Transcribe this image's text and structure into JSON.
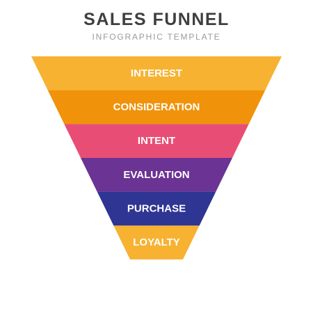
{
  "header": {
    "title": "SALES FUNNEL",
    "subtitle": "INFOGRAPHIC TEMPLATE"
  },
  "funnel": {
    "stages": [
      {
        "label": "INTEREST",
        "color": "#F7B232"
      },
      {
        "label": "CONSIDERATION",
        "color": "#F0920A"
      },
      {
        "label": "INTENT",
        "color": "#E84E75"
      },
      {
        "label": "EVALUATION",
        "color": "#6B3394"
      },
      {
        "label": "PURCHASE",
        "color": "#2E3593"
      },
      {
        "label": "LOYALTY",
        "color": "#F7B232"
      }
    ]
  }
}
